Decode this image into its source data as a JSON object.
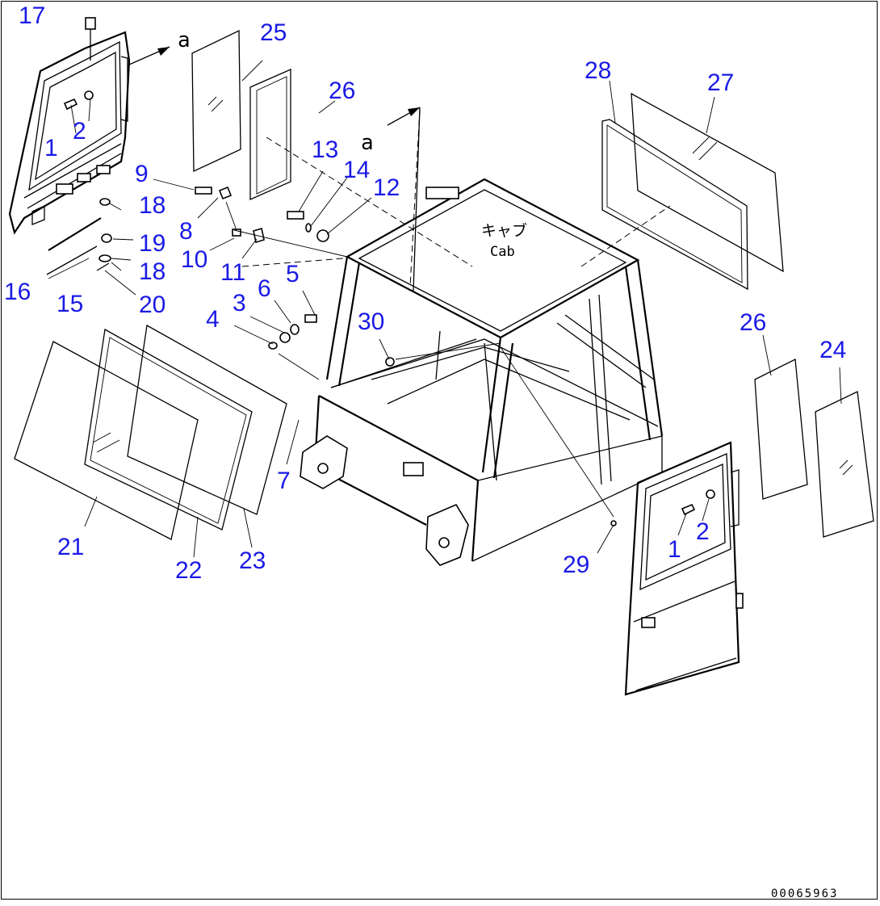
{
  "diagram": {
    "drawing_code": "00065963",
    "view_marks": [
      "a",
      "a"
    ],
    "cab_label_jp": "キャブ",
    "cab_label_en": "Cab",
    "callouts": [
      "17",
      "25",
      "26",
      "1",
      "2",
      "9",
      "18",
      "8",
      "19",
      "10",
      "11",
      "16",
      "15",
      "18",
      "20",
      "13",
      "14",
      "12",
      "5",
      "6",
      "3",
      "4",
      "30",
      "7",
      "28",
      "27",
      "26",
      "24",
      "21",
      "22",
      "23",
      "29",
      "1",
      "2"
    ]
  }
}
